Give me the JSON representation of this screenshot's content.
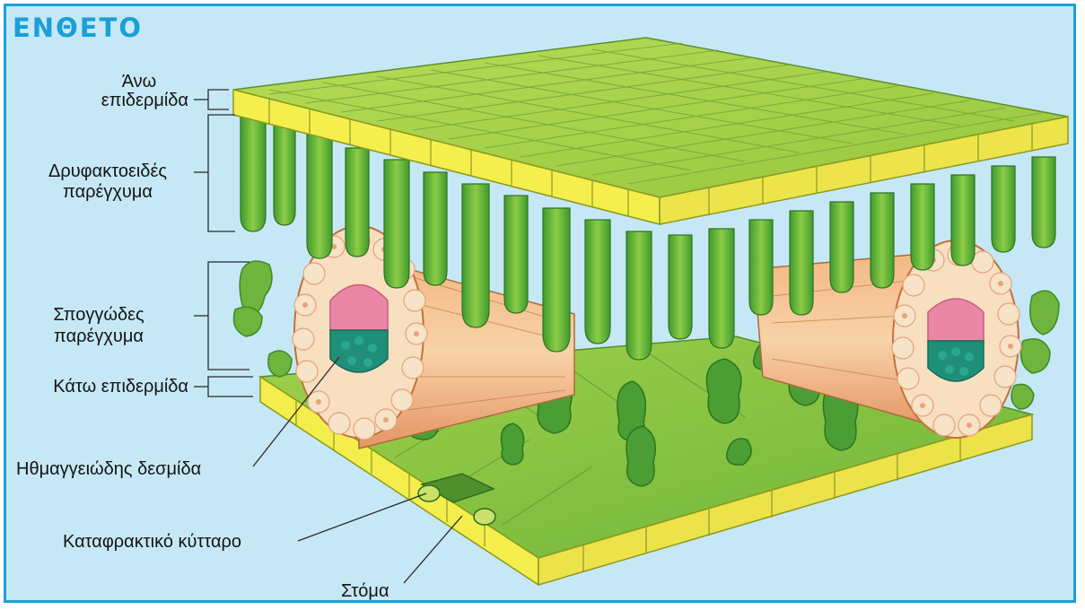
{
  "badge": "ΕΝΘΕΤΟ",
  "labels": {
    "upper_epidermis_line1": "Άνω",
    "upper_epidermis_line2": "επιδερμίδα",
    "palisade_line1": "Δρυφακτοειδές",
    "palisade_line2": "παρέγχυμα",
    "spongy_line1": "Σπογγώδες",
    "spongy_line2": "παρέγχυμα",
    "lower_epidermis": "Κάτω επιδερμίδα",
    "vascular_bundle": "Ηθμαγγειώδης δεσμίδα",
    "guard_cell": "Καταφρακτικό κύτταρο",
    "stoma": "Στόμα"
  },
  "colors": {
    "frame_border": "#1aa0d8",
    "frame_bg": "#c6e8f6",
    "epidermis_top": "#a9d44a",
    "epidermis_edge": "#f2ee4a",
    "mesophyll": "#7cbf3a",
    "palisade": "#5fae34",
    "bundle_outer": "#f6d6a4",
    "bundle_core_pink": "#e97fa0",
    "bundle_core_teal": "#1f8f78"
  }
}
